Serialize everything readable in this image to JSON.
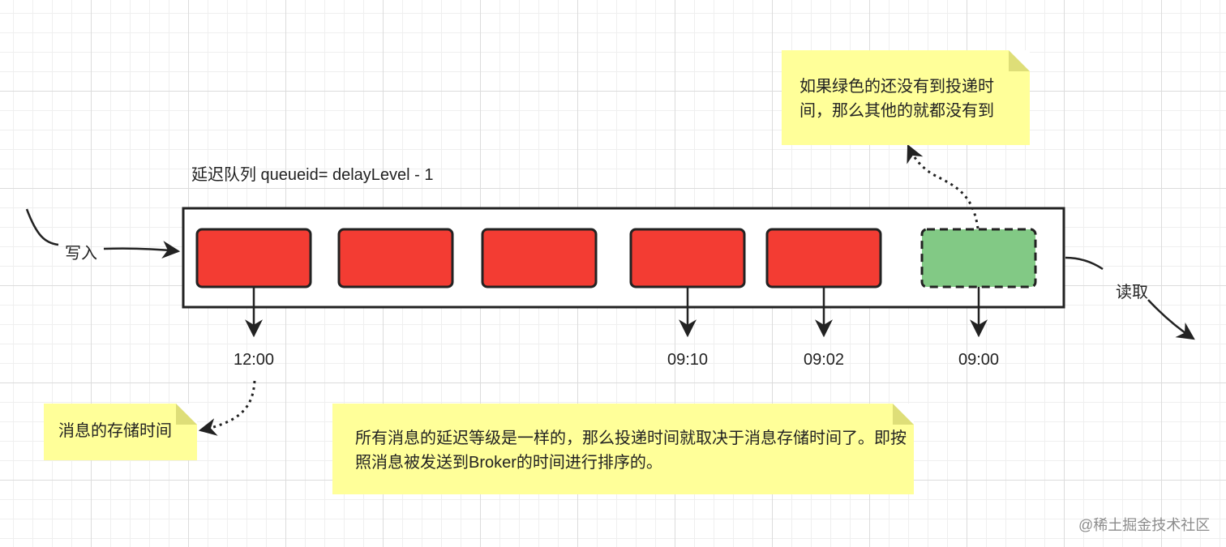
{
  "queue": {
    "title": "延迟队列 queueid= delayLevel - 1",
    "write_label": "写入",
    "read_label": "读取"
  },
  "messages": [
    {
      "state": "pending",
      "time": "12:00"
    },
    {
      "state": "pending",
      "time": ""
    },
    {
      "state": "pending",
      "time": ""
    },
    {
      "state": "pending",
      "time": "09:10"
    },
    {
      "state": "pending",
      "time": "09:02"
    },
    {
      "state": "head",
      "time": "09:00"
    }
  ],
  "notes": {
    "green_note": "如果绿色的还没有到投递时间，那么其他的就都没有到",
    "storage_note": "消息的存储时间",
    "order_note": "所有消息的延迟等级是一样的，那么投递时间就取决于消息存储时间了。即按照消息被发送到Broker的时间进行排序的。"
  },
  "watermark": "@稀土掘金技术社区",
  "colors": {
    "pending_fill": "#f33c33",
    "head_fill": "#82c985",
    "note_fill": "#ffff99",
    "stroke": "#222222"
  }
}
